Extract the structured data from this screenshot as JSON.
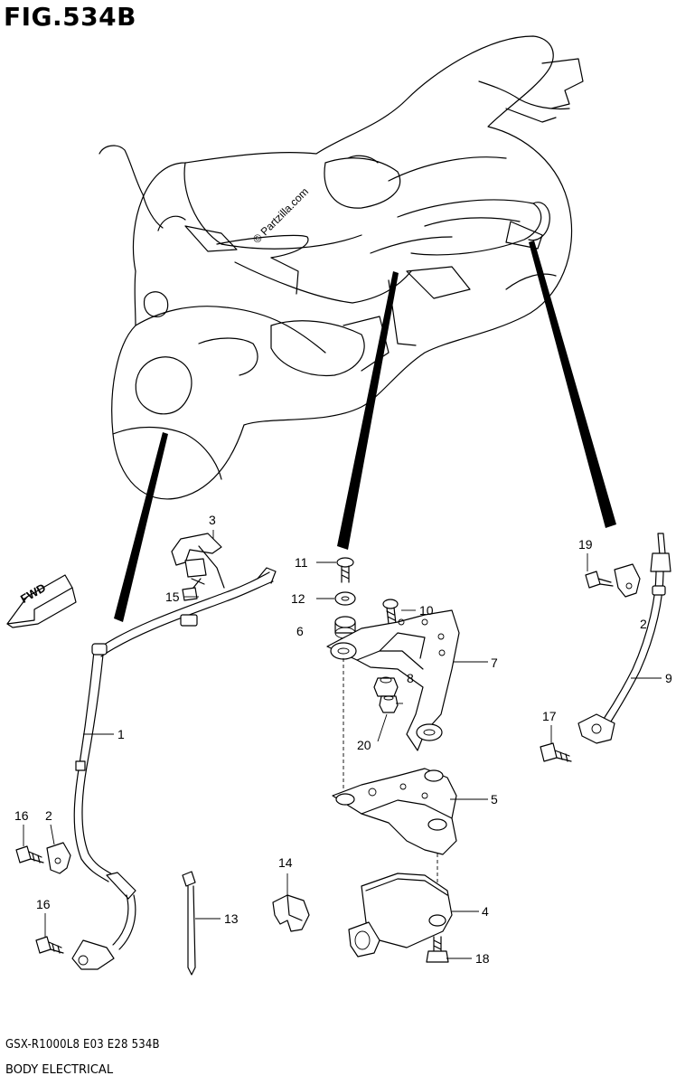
{
  "figure": {
    "title": "FIG.534B",
    "watermark": "© Partzilla.com",
    "direction_label": "FWD",
    "model_code": "GSX-R1000L8  E03  E28  534B",
    "section": "BODY ELECTRICAL"
  },
  "callouts": {
    "c1": "1",
    "c2a": "2",
    "c2b": "2",
    "c3": "3",
    "c4": "4",
    "c5": "5",
    "c6": "6",
    "c7": "7",
    "c8": "8",
    "c9": "9",
    "c10": "10",
    "c11": "11",
    "c12": "12",
    "c13": "13",
    "c14": "14",
    "c15": "15",
    "c16a": "16",
    "c16b": "16",
    "c17": "17",
    "c18": "18",
    "c19": "19",
    "c20": "20"
  },
  "colors": {
    "line": "#000000",
    "background": "#ffffff"
  }
}
